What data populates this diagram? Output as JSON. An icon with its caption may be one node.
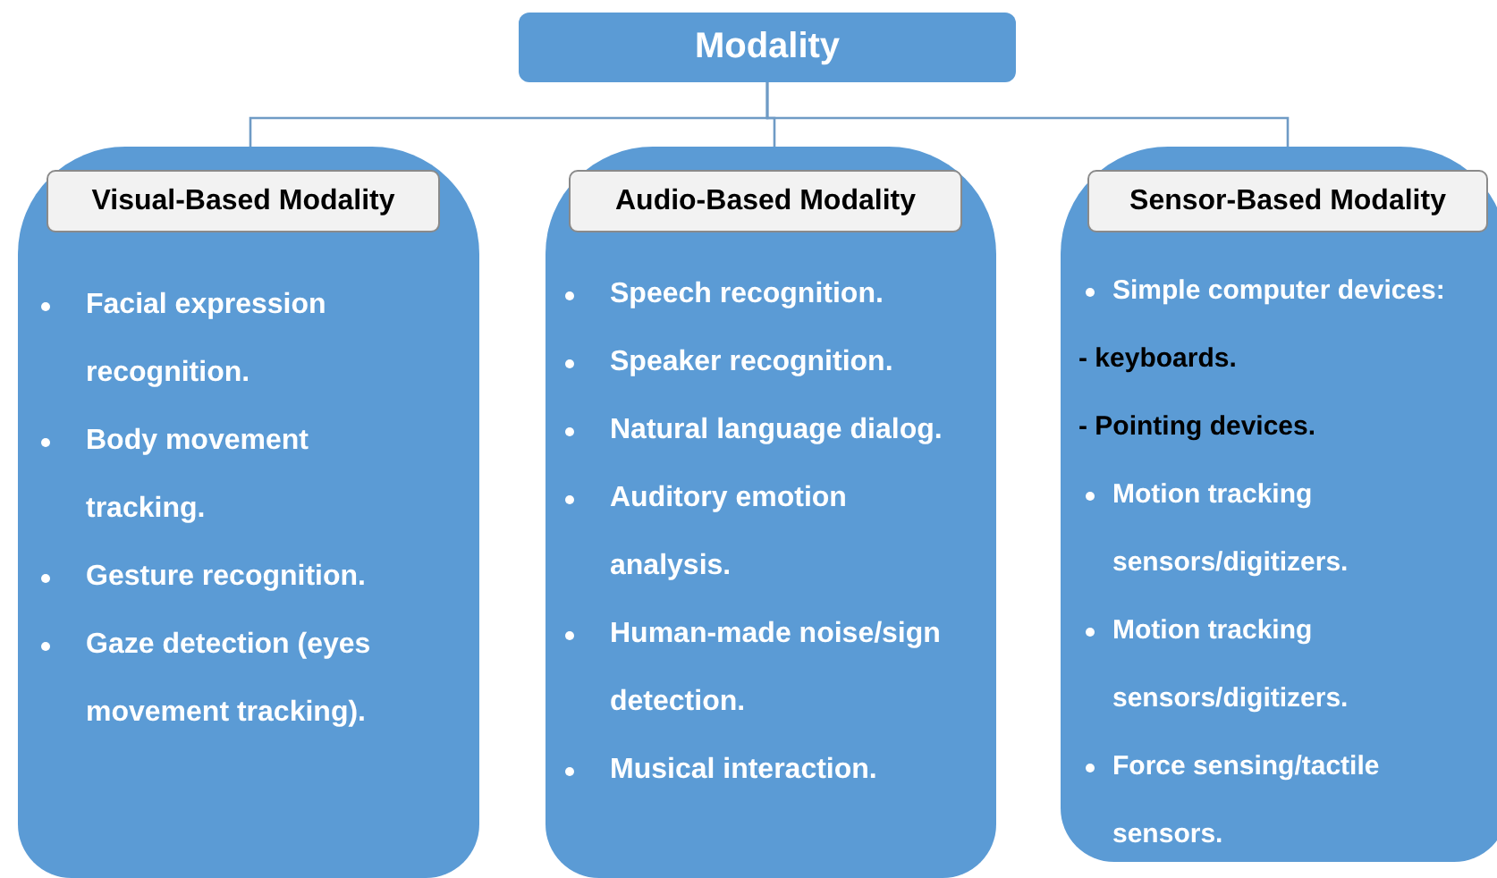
{
  "diagram": {
    "nodes": [
      {
        "text": [
          "Modality"
        ]
      },
      {
        "text": [
          "Facial expression recognition.",
          "Body movement tracking.",
          "Gesture recognition.",
          "Gaze detection (eyes movement tracking)."
        ]
      },
      {
        "text": [
          "Visual-Based Modality"
        ],
        "in": 1
      },
      {
        "text": [
          "Speech recognition.",
          "Speaker recognition.",
          "Natural language dialog.",
          "Auditory emotion analysis.",
          "Human-made noise/sign detection.",
          "Musical interaction."
        ]
      },
      {
        "text": [
          "Audio-Based Modality"
        ],
        "in": 3
      },
      {
        "text": [
          "Simple computer devices:",
          "-  keyboards.",
          "- Pointing devices.",
          "Motion tracking sensors/digitizers.",
          "Motion tracking sensors/digitizers.",
          "Force sensing/tactile sensors."
        ]
      },
      {
        "text": [
          "Sensor-Based Modality"
        ],
        "in": 5
      }
    ],
    "edges": [
      {
        "from": 0,
        "to": 1,
        "arrow": "none"
      },
      {
        "from": 0,
        "to": 3,
        "arrow": "none"
      },
      {
        "from": 0,
        "to": 5,
        "arrow": "none"
      }
    ]
  }
}
